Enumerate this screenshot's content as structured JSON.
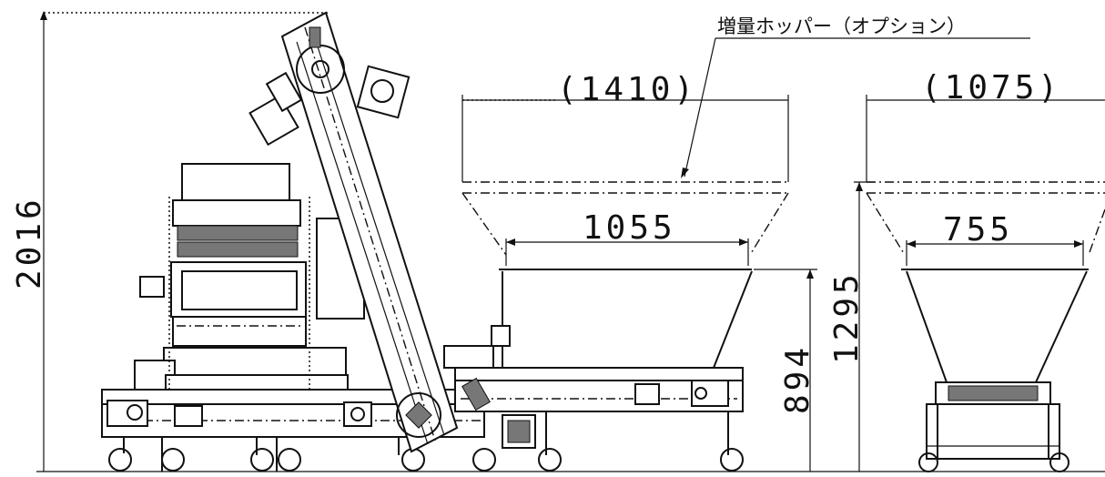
{
  "drawing": {
    "callout_label": "増量ホッパー（オプション）",
    "dimensions": {
      "overall_height": "2016",
      "hopper_top_width_left": "(1410)",
      "hopper_top_width_right": "(1075)",
      "hopper_mid_width_left": "1055",
      "hopper_mid_width_right": "755",
      "hopper_height_left": "894",
      "hopper_height_right": "1295"
    }
  }
}
